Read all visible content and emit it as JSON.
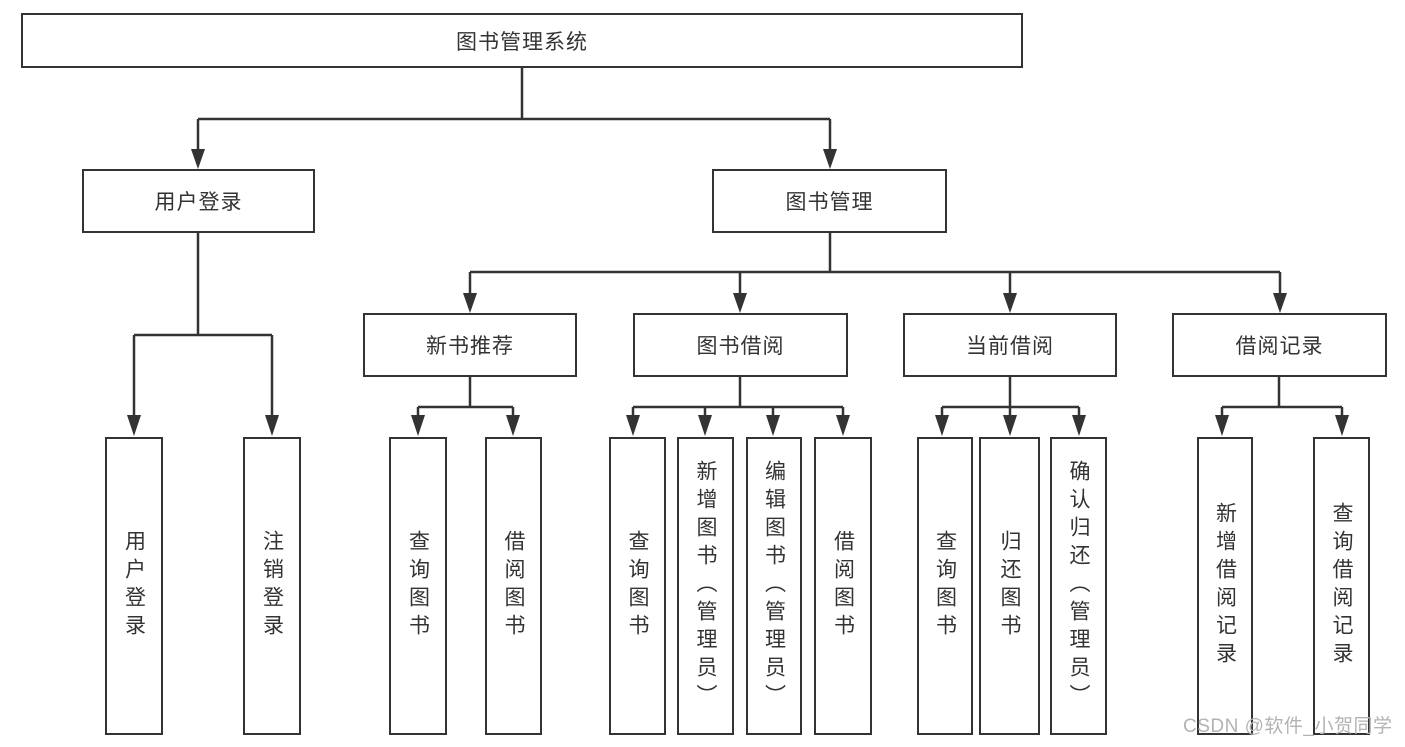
{
  "diagram": {
    "root": {
      "label": "图书管理系统"
    },
    "level2": {
      "user_login": {
        "label": "用户登录",
        "children": [
          {
            "label": "用户登录"
          },
          {
            "label": "注销登录"
          }
        ]
      },
      "book_management": {
        "label": "图书管理"
      }
    },
    "level3": {
      "new_book_recommend": {
        "label": "新书推荐",
        "children": [
          {
            "label": "查询图书"
          },
          {
            "label": "借阅图书"
          }
        ]
      },
      "book_borrow": {
        "label": "图书借阅",
        "children": [
          {
            "label": "查询图书"
          },
          {
            "label": "新增图书（管理员）"
          },
          {
            "label": "编辑图书（管理员）"
          },
          {
            "label": "借阅图书"
          }
        ]
      },
      "current_borrow": {
        "label": "当前借阅",
        "children": [
          {
            "label": "查询图书"
          },
          {
            "label": "归还图书"
          },
          {
            "label": "确认归还（管理员）"
          }
        ]
      },
      "borrow_records": {
        "label": "借阅记录",
        "children": [
          {
            "label": "新增借阅记录"
          },
          {
            "label": "查询借阅记录"
          }
        ]
      }
    }
  },
  "watermark": {
    "text": "CSDN @软件_小贺同学"
  },
  "colors": {
    "line": "#333333",
    "box_border": "#333333",
    "box_fill": "#ffffff",
    "text": "#333333",
    "watermark": "#b3b3b3",
    "background": "#ffffff"
  }
}
